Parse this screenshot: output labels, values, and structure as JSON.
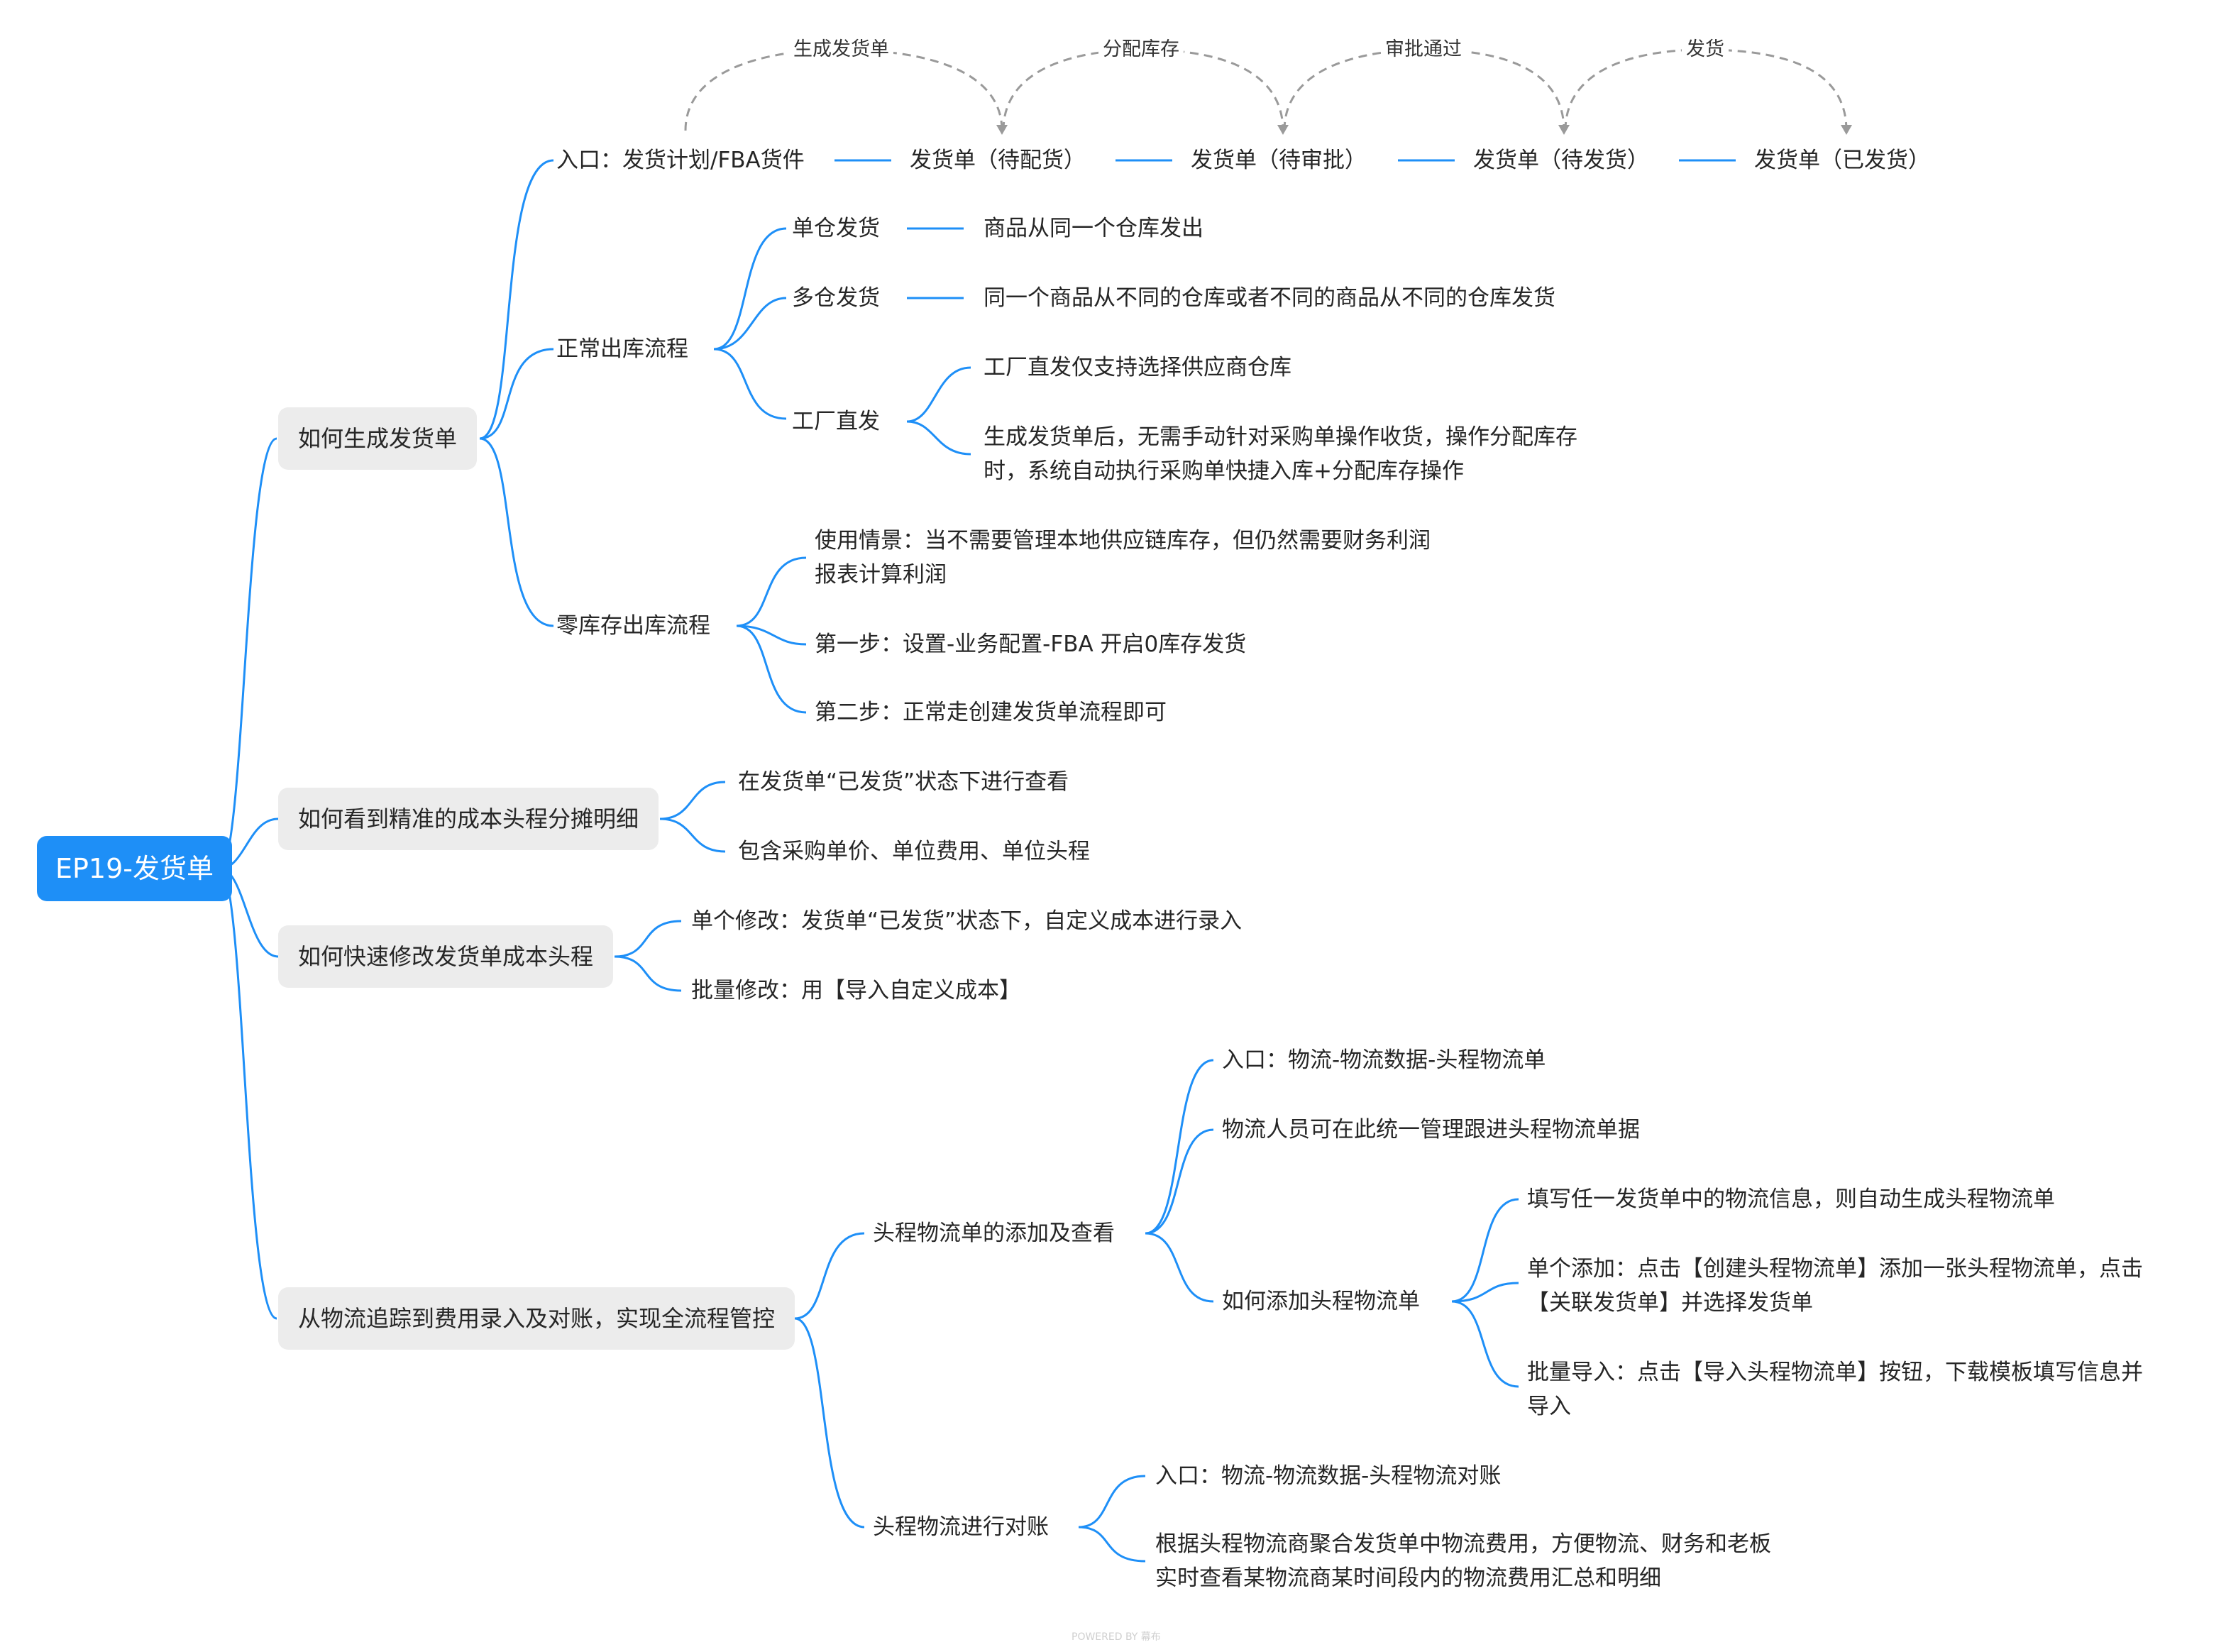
{
  "root": "EP19-发货单",
  "colors": {
    "line": "#1e8ff7",
    "pill_bg": "#ececec",
    "root_bg": "#1e8ff7",
    "arc": "#9a9a9a"
  },
  "b1": {
    "title": "如何生成发货单",
    "entry": {
      "stages": [
        "入口：发货计划/FBA货件",
        "发货单（待配货）",
        "发货单（待审批）",
        "发货单（待发货）",
        "发货单（已发货）"
      ],
      "transitions": [
        "生成发货单",
        "分配库存",
        "审批通过",
        "发货"
      ]
    },
    "normal": {
      "title": "正常出库流程",
      "single": {
        "label": "单仓发货",
        "desc": "商品从同一个仓库发出"
      },
      "multi": {
        "label": "多仓发货",
        "desc": "同一个商品从不同的仓库或者不同的商品从不同的仓库发货"
      },
      "factory": {
        "label": "工厂直发",
        "items": [
          "工厂直发仅支持选择供应商仓库",
          "生成发货单后，无需手动针对采购单操作收货，操作分配库存",
          "时，系统自动执行采购单快捷入库+分配库存操作"
        ]
      }
    },
    "zero": {
      "title": "零库存出库流程",
      "items": [
        "使用情景：当不需要管理本地供应链库存，但仍然需要财务利润",
        "报表计算利润",
        "第一步：设置-业务配置-FBA 开启0库存发货",
        "第二步：正常走创建发货单流程即可"
      ]
    }
  },
  "b2": {
    "title": "如何看到精准的成本头程分摊明细",
    "items": [
      "在发货单“已发货”状态下进行查看",
      "包含采购单价、单位费用、单位头程"
    ]
  },
  "b3": {
    "title": "如何快速修改发货单成本头程",
    "items": [
      "单个修改：发货单“已发货”状态下，自定义成本进行录入",
      "批量修改：用【导入自定义成本】"
    ]
  },
  "b4": {
    "title": "从物流追踪到费用录入及对账，实现全流程管控",
    "add": {
      "title": "头程物流单的添加及查看",
      "items": [
        "入口：物流-物流数据-头程物流单",
        "物流人员可在此统一管理跟进头程物流单据"
      ],
      "how": {
        "title": "如何添加头程物流单",
        "items": [
          "填写任一发货单中的物流信息，则自动生成头程物流单",
          "单个添加：点击【创建头程物流单】添加一张头程物流单，点击",
          "【关联发货单】并选择发货单",
          "批量导入：点击【导入头程物流单】按钮，下载模板填写信息并",
          "导入"
        ]
      }
    },
    "recon": {
      "title": "头程物流进行对账",
      "items": [
        "入口：物流-物流数据-头程物流对账",
        "根据头程物流商聚合发货单中物流费用，方便物流、财务和老板",
        "实时查看某物流商某时间段内的物流费用汇总和明细"
      ]
    }
  },
  "watermark": "POWERED BY 幕布"
}
